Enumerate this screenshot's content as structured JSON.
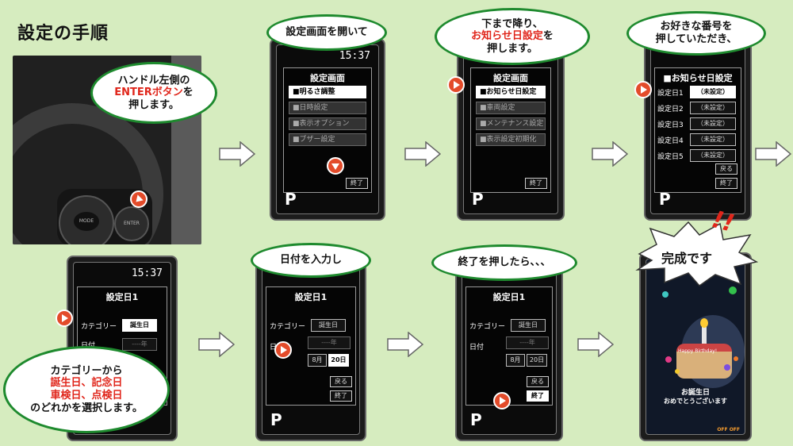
{
  "title": "設定の手順",
  "wheel": {
    "mode": "MODE",
    "enter": "ENTER",
    "bubble_line1": "ハンドル左側の",
    "bubble_line2": "ENTERボタン",
    "bubble_line2b": "を",
    "bubble_line3": "押します。"
  },
  "step1": {
    "bubble": "設定画面を開いて",
    "clock": "15:37",
    "screen_title": "設定画面",
    "items": [
      "■明るさ調整",
      "■日時設定",
      "■表示オプション",
      "■ブザー設定"
    ],
    "end": "終了",
    "p": "P"
  },
  "step2": {
    "bubble_line1": "下まで降り、",
    "bubble_line2": "お知らせ日設定",
    "bubble_line2b": "を",
    "bubble_line3": "押します。",
    "screen_title": "設定画面",
    "items": [
      "■お知らせ日設定",
      "■車両設定",
      "■メンテナンス設定",
      "■表示設定初期化"
    ],
    "end": "終了",
    "p": "P"
  },
  "step3": {
    "bubble_line1": "お好きな番号を",
    "bubble_line2": "押していただき、",
    "screen_title": "■お知らせ日設定",
    "rows": [
      {
        "label": "設定日1",
        "value": "（未設定）"
      },
      {
        "label": "設定日2",
        "value": "（未設定）"
      },
      {
        "label": "設定日3",
        "value": "（未設定）"
      },
      {
        "label": "設定日4",
        "value": "（未設定）"
      },
      {
        "label": "設定日5",
        "value": "（未設定）"
      }
    ],
    "back": "戻る",
    "end": "終了",
    "p": "P"
  },
  "step4": {
    "clock": "15:37",
    "screen_title": "設定日1",
    "category_label": "カテゴリー",
    "category_value": "誕生日",
    "date_label": "日付",
    "year": "----年",
    "bubble_line1": "カテゴリーから",
    "bubble_line2": "誕生日、記念日",
    "bubble_line3": "車検日、点検日",
    "bubble_line4": "のどれかを選択します。"
  },
  "step5": {
    "bubble": "日付を入力し",
    "screen_title": "設定日1",
    "category_label": "カテゴリー",
    "category_value": "誕生日",
    "date_label": "日付",
    "year": "----年",
    "month": "8月",
    "day": "20日",
    "back": "戻る",
    "end": "終了",
    "p": "P"
  },
  "step6": {
    "bubble": "終了を押したら、、、",
    "screen_title": "設定日1",
    "category_label": "カテゴリー",
    "category_value": "誕生日",
    "date_label": "日付",
    "year": "----年",
    "month": "8月",
    "day": "20日",
    "back": "戻る",
    "end": "終了",
    "p": "P"
  },
  "step7": {
    "burst": "完成です",
    "exclaim": "!!",
    "cake_text": "Happy Birthday!",
    "msg_line1": "お誕生日",
    "msg_line2": "おめでとうございます",
    "logo": "OFF OFF"
  }
}
